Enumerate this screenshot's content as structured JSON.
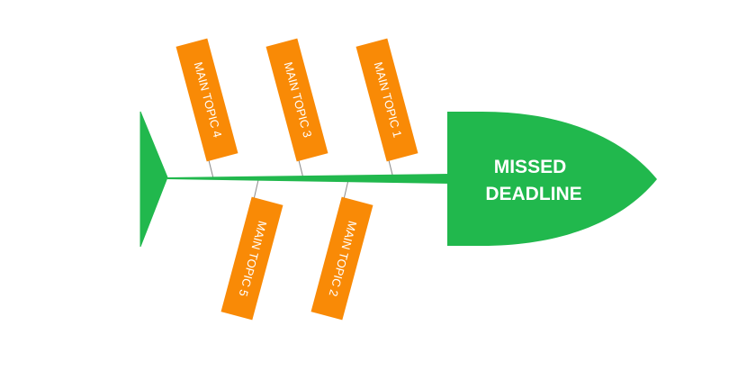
{
  "diagram": {
    "head": {
      "line1": "MISSED",
      "line2": "DEADLINE"
    },
    "topics": {
      "topic1": "MAIN TOPIC 1",
      "topic2": "MAIN TOPIC 2",
      "topic3": "MAIN TOPIC 3",
      "topic4": "MAIN TOPIC 4",
      "topic5": "MAIN TOPIC 5"
    },
    "colors": {
      "fish_green": "#21b84d",
      "topic_orange": "#f98a06",
      "spine": "#21b84d",
      "ribs": "#8a8a8a"
    }
  }
}
